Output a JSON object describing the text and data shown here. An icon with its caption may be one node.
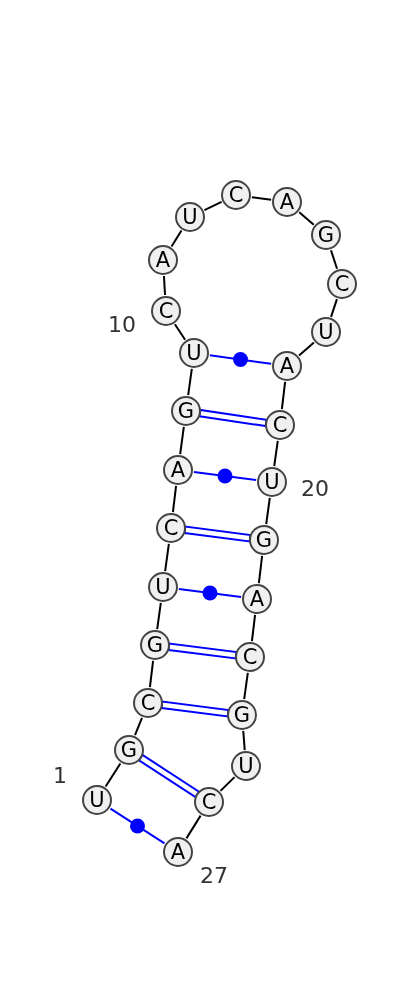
{
  "diagram": {
    "nodes": [
      {
        "text": [
          "U"
        ],
        "beside": [
          "1"
        ]
      },
      {
        "text": [
          "G"
        ]
      },
      {
        "text": [
          "C"
        ]
      },
      {
        "text": [
          "G"
        ]
      },
      {
        "text": [
          "U"
        ]
      },
      {
        "text": [
          "C"
        ]
      },
      {
        "text": [
          "A"
        ]
      },
      {
        "text": [
          "G"
        ]
      },
      {
        "text": [
          "U"
        ]
      },
      {
        "text": [
          "C"
        ],
        "beside": [
          "10"
        ]
      },
      {
        "text": [
          "A"
        ]
      },
      {
        "text": [
          "U"
        ]
      },
      {
        "text": [
          "C"
        ]
      },
      {
        "text": [
          "A"
        ]
      },
      {
        "text": [
          "G"
        ]
      },
      {
        "text": [
          "C"
        ]
      },
      {
        "text": [
          "U"
        ]
      },
      {
        "text": [
          "A"
        ]
      },
      {
        "text": [
          "C"
        ]
      },
      {
        "text": [
          "U"
        ],
        "beside": [
          "20"
        ]
      },
      {
        "text": [
          "G"
        ]
      },
      {
        "text": [
          "A"
        ]
      },
      {
        "text": [
          "C"
        ]
      },
      {
        "text": [
          "G"
        ]
      },
      {
        "text": [
          "U"
        ]
      },
      {
        "text": [
          "C"
        ]
      },
      {
        "text": [
          "A"
        ],
        "beside": [
          "27"
        ]
      }
    ],
    "edges": [
      {
        "from": 0,
        "to": 1,
        "arrow": "none"
      },
      {
        "from": 1,
        "to": 2,
        "arrow": "none"
      },
      {
        "from": 2,
        "to": 3,
        "arrow": "none"
      },
      {
        "from": 3,
        "to": 4,
        "arrow": "none"
      },
      {
        "from": 4,
        "to": 5,
        "arrow": "none"
      },
      {
        "from": 5,
        "to": 6,
        "arrow": "none"
      },
      {
        "from": 6,
        "to": 7,
        "arrow": "none"
      },
      {
        "from": 7,
        "to": 8,
        "arrow": "none"
      },
      {
        "from": 8,
        "to": 9,
        "arrow": "none"
      },
      {
        "from": 9,
        "to": 10,
        "arrow": "none"
      },
      {
        "from": 10,
        "to": 11,
        "arrow": "none"
      },
      {
        "from": 11,
        "to": 12,
        "arrow": "none"
      },
      {
        "from": 12,
        "to": 13,
        "arrow": "none"
      },
      {
        "from": 13,
        "to": 14,
        "arrow": "none"
      },
      {
        "from": 14,
        "to": 15,
        "arrow": "none"
      },
      {
        "from": 15,
        "to": 16,
        "arrow": "none"
      },
      {
        "from": 16,
        "to": 17,
        "arrow": "none"
      },
      {
        "from": 17,
        "to": 18,
        "arrow": "none"
      },
      {
        "from": 18,
        "to": 19,
        "arrow": "none"
      },
      {
        "from": 19,
        "to": 20,
        "arrow": "none"
      },
      {
        "from": 20,
        "to": 21,
        "arrow": "none"
      },
      {
        "from": 21,
        "to": 22,
        "arrow": "none"
      },
      {
        "from": 22,
        "to": 23,
        "arrow": "none"
      },
      {
        "from": 23,
        "to": 24,
        "arrow": "none"
      },
      {
        "from": 24,
        "to": 25,
        "arrow": "none"
      },
      {
        "from": 25,
        "to": 26,
        "arrow": "none"
      },
      {
        "from": 0,
        "to": 26,
        "arrow": "none",
        "color": "#0000ff"
      },
      {
        "from": 1,
        "to": 25,
        "arrow": "none",
        "color": "#0000ff"
      },
      {
        "from": 2,
        "to": 23,
        "arrow": "none",
        "color": "#0000ff"
      },
      {
        "from": 3,
        "to": 22,
        "arrow": "none",
        "color": "#0000ff"
      },
      {
        "from": 4,
        "to": 21,
        "arrow": "none",
        "color": "#0000ff"
      },
      {
        "from": 5,
        "to": 20,
        "arrow": "none",
        "color": "#0000ff"
      },
      {
        "from": 6,
        "to": 19,
        "arrow": "none",
        "color": "#0000ff"
      },
      {
        "from": 7,
        "to": 18,
        "arrow": "none",
        "color": "#0000ff"
      },
      {
        "from": 8,
        "to": 17,
        "arrow": "none",
        "color": "#0000ff"
      }
    ]
  }
}
